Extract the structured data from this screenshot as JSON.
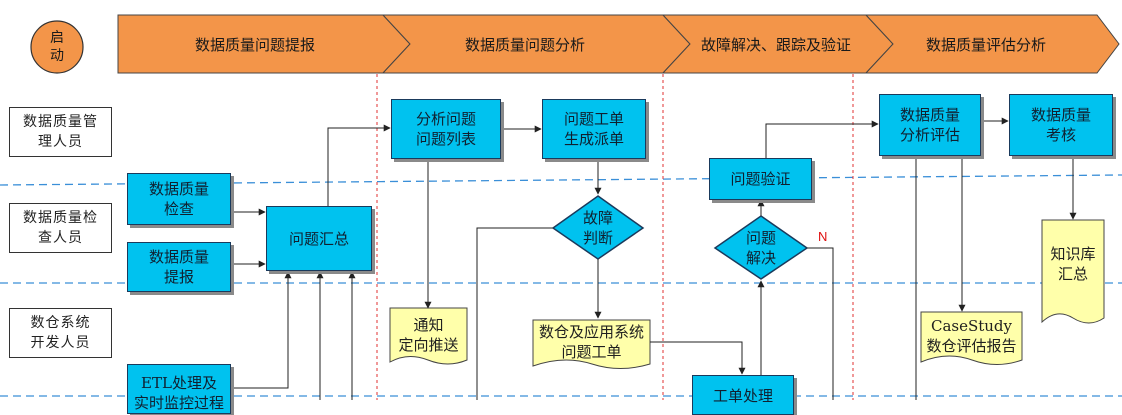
{
  "start": {
    "label": "启\n动"
  },
  "phases": [
    {
      "label": "数据质量问题提报"
    },
    {
      "label": "数据质量问题分析"
    },
    {
      "label": "故障解决、跟踪及验证"
    },
    {
      "label": "数据质量评估分析"
    }
  ],
  "roles": [
    {
      "label": "数据质量管\n理人员"
    },
    {
      "label": "数据质量检\n查人员"
    },
    {
      "label": "数仓系统\n开发人员"
    }
  ],
  "processes": {
    "check": "数据质量\n检查",
    "report": "数据质量\n提报",
    "summary": "问题汇总",
    "analysis_list": "分析问题\n问题列表",
    "work_order": "问题工单\n生成派单",
    "verify": "问题验证",
    "assess": "数据质量\n分析评估",
    "appraise": "数据质量\n考核",
    "etl": "ETL处理及\n实时监控过程",
    "ticket_process": "工单处理"
  },
  "decisions": {
    "fault": "故障\n判断",
    "resolved": "问题\n解决",
    "no_label": "N"
  },
  "documents": {
    "notify": "通知\n定向推送",
    "dw_ticket": "数仓及应用系统\n问题工单",
    "casestudy": "CaseStudy\n数仓评估报告",
    "kb": "知识库\n汇总"
  },
  "colors": {
    "phase_fill": "#f39549",
    "process_fill": "#00c2ef",
    "document_fill": "#ffffaa",
    "lane_line": "#3a8fd8",
    "phase_divider": "#e03030",
    "no_label": "#e01010"
  }
}
